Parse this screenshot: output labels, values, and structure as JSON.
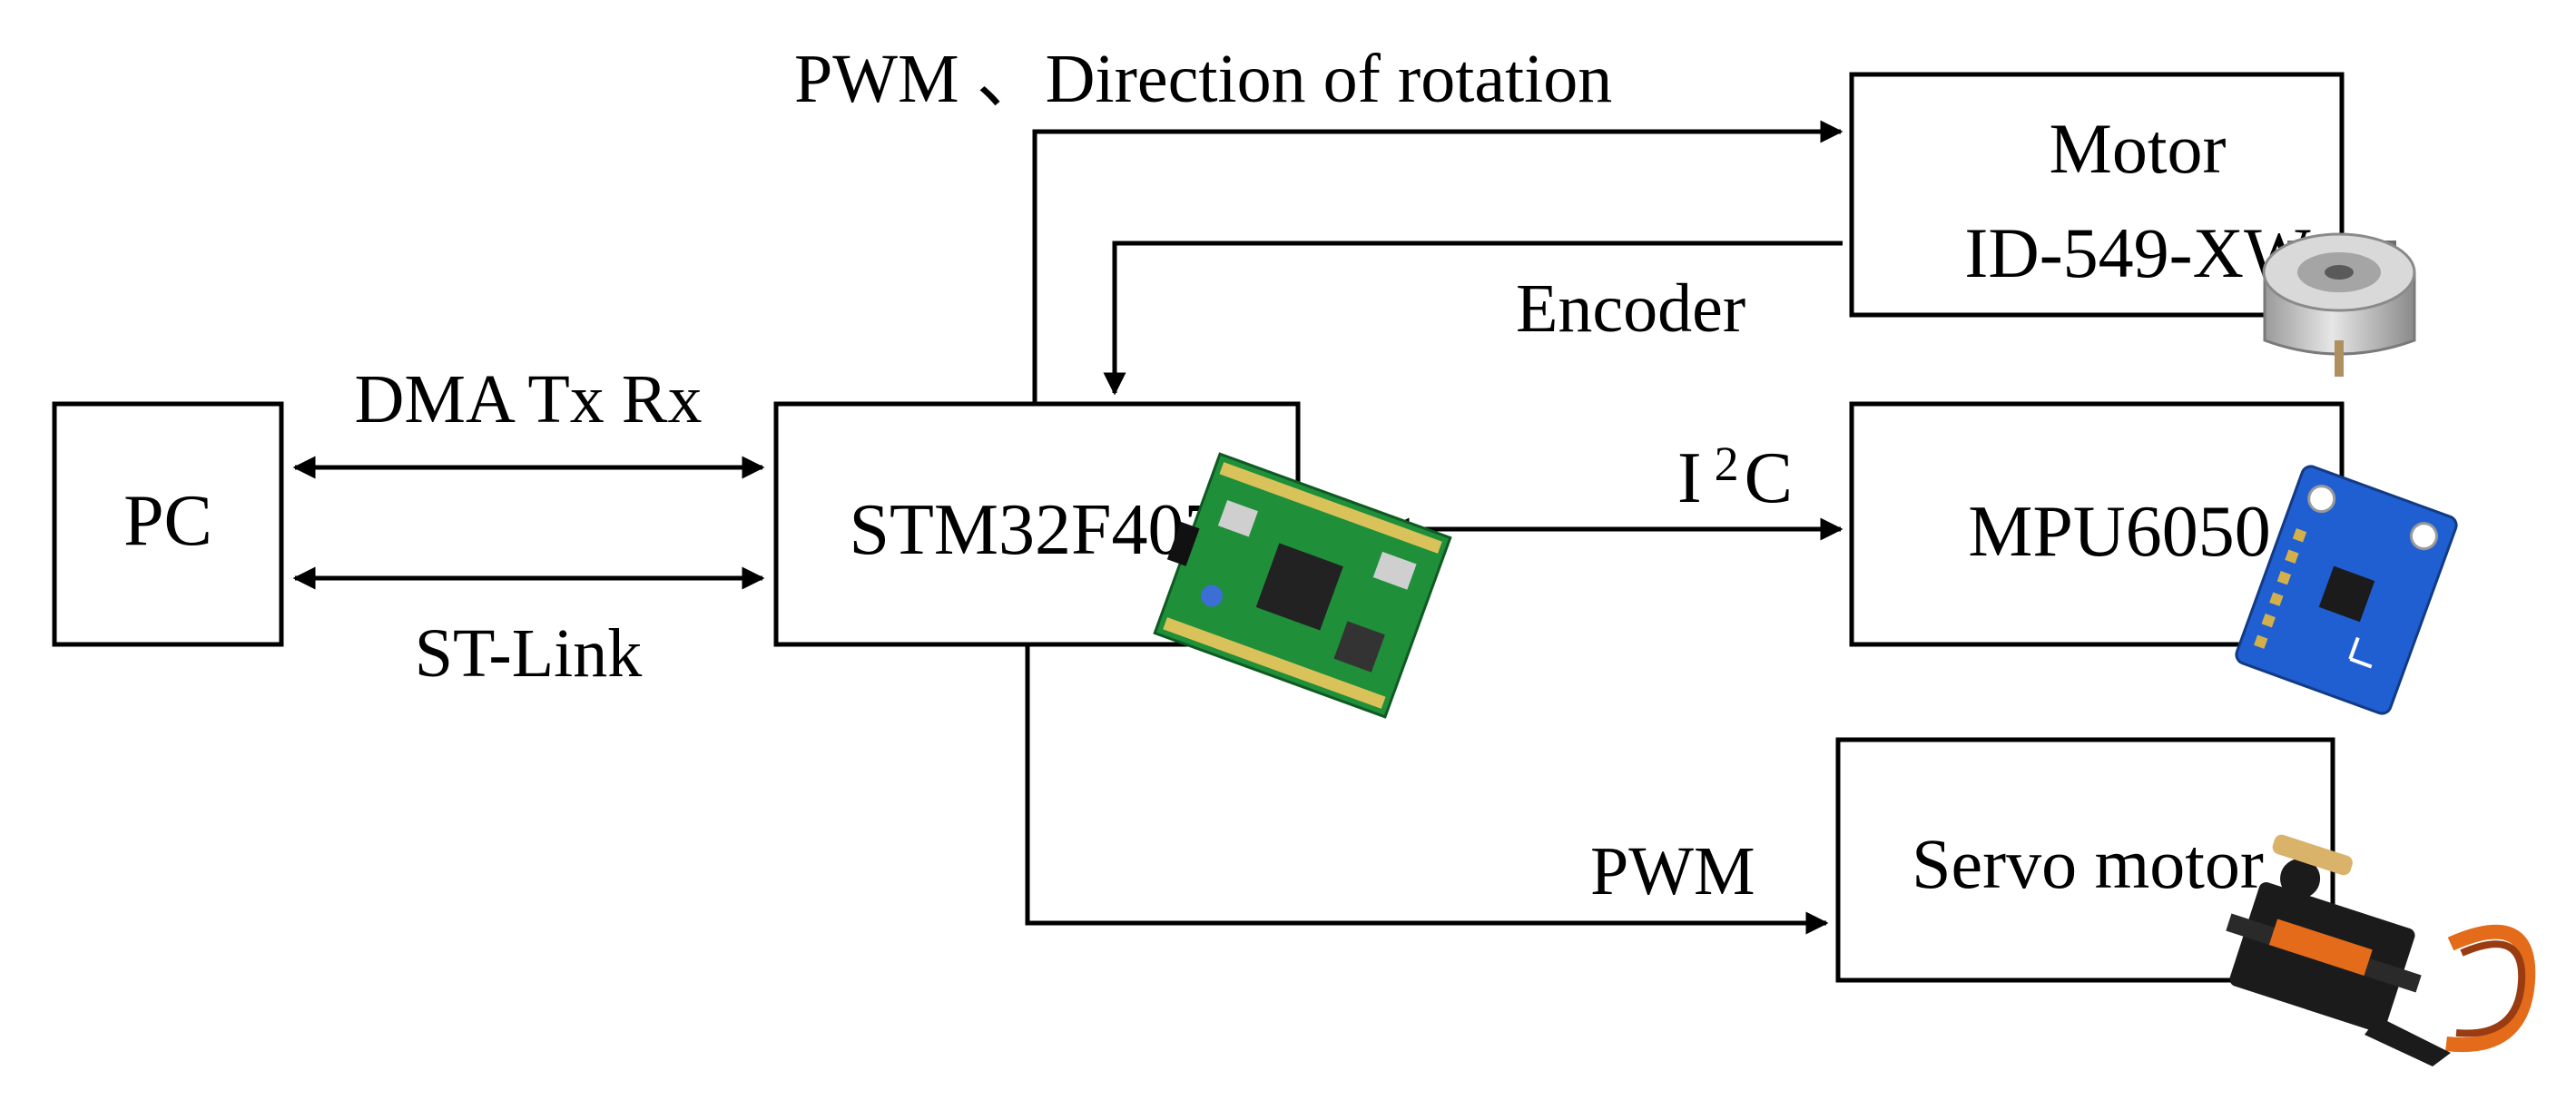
{
  "blocks": {
    "pc": "PC",
    "mcu": "STM32F407",
    "motor_line1": "Motor",
    "motor_line2": "ID-549-XW",
    "imu": "MPU6050",
    "servo": "Servo motor"
  },
  "links": {
    "pwm_direction": "PWM 、Direction of rotation",
    "encoder": "Encoder",
    "dma": "DMA Tx Rx",
    "st_link": "ST-Link",
    "i2c_main": "I",
    "i2c_superscript": "2",
    "i2c_tail": "C",
    "servo_pwm": "PWM"
  },
  "icons": {
    "motor_photo": "dc-motor-encoder-icon",
    "board_photo": "stm32-discovery-board-icon",
    "imu_photo": "mpu6050-module-icon",
    "servo_photo": "micro-servo-icon"
  },
  "colors": {
    "board_green": "#1f8f3a",
    "imu_blue": "#1f5fd1",
    "servo_dark": "#1b1b1b",
    "servo_orange": "#e36b1a",
    "motor_silver": "#c8c8c8"
  }
}
